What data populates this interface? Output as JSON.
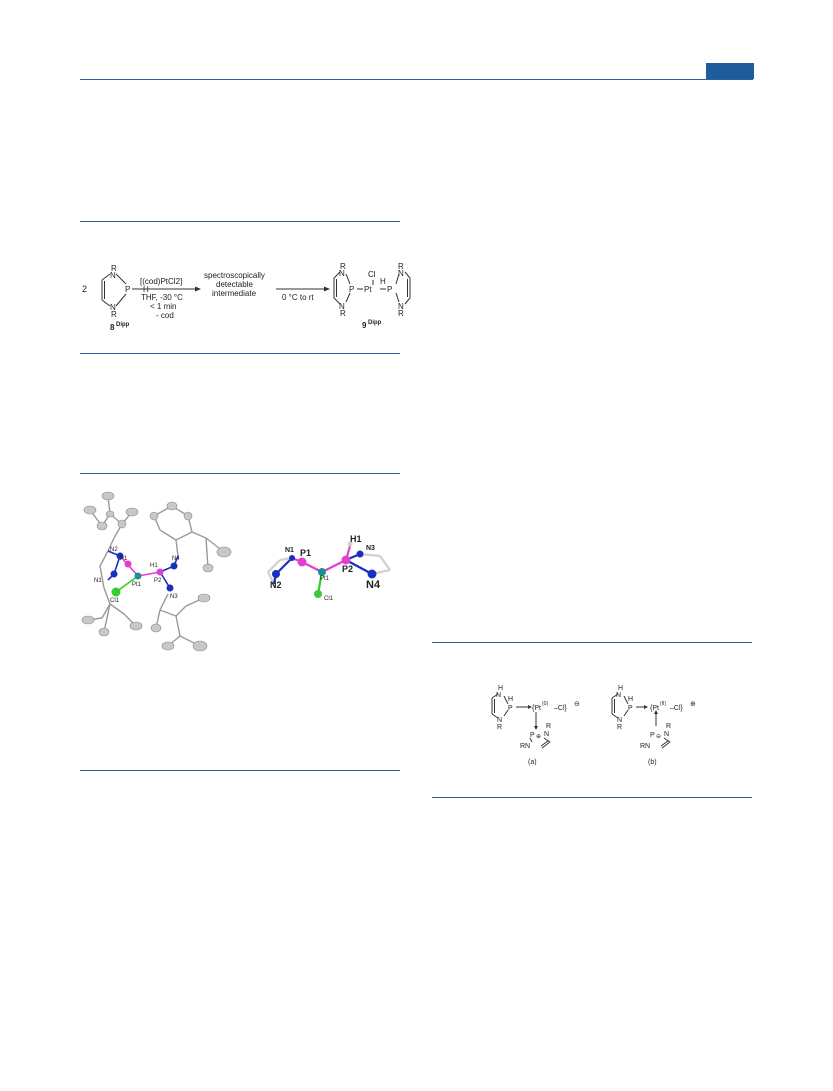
{
  "header": {
    "accent_color": "#1f5c9e"
  },
  "scheme_top": {
    "reagent_arrow_top": "[(cod)PtCl2]",
    "conditions": [
      "THF, -30 °C",
      "< 1 min",
      "- cod"
    ],
    "intermediate": [
      "spectroscopically",
      "detectable",
      "intermediate"
    ],
    "second_step": "0 °C to rt",
    "coefficient": "2",
    "start_label": "8",
    "start_sup": "Dipp",
    "product_label": "9",
    "product_sup": "Dipp",
    "atoms": {
      "R": "R",
      "N": "N",
      "P": "P",
      "H": "H",
      "Pt": "Pt",
      "Cl": "Cl"
    }
  },
  "structure_figure": {
    "left_labels": [
      "N2",
      "P1",
      "H1",
      "N4",
      "N1",
      "Pt1",
      "P2",
      "N3",
      "Cl1"
    ],
    "right_labels": {
      "N1": "N1",
      "P1": "P1",
      "H1": "H1",
      "N3": "N3",
      "Pt1": "Pt1",
      "P2": "P2",
      "N2": "N2",
      "Cl1": "Cl1",
      "N4": "N4"
    },
    "colors": {
      "P": "#e040d0",
      "N": "#1a2fc0",
      "Pt": "#1f8f8f",
      "Cl": "#33cc33",
      "C": "#c9c9c9"
    }
  },
  "scheme_bottom": {
    "a": {
      "label": "(a)",
      "fragment": "{Pt",
      "ox": "(0)",
      "tail": "–Cl}",
      "charge": "⊖",
      "pcharge": "⊕"
    },
    "b": {
      "label": "(b)",
      "fragment": "{Pt",
      "ox": "(II)",
      "tail": "–Cl}",
      "charge": "⊕",
      "pcharge": "⊖"
    },
    "atoms": {
      "N": "N",
      "H": "H",
      "P": "P",
      "R": "R",
      "RN": "RN"
    }
  }
}
